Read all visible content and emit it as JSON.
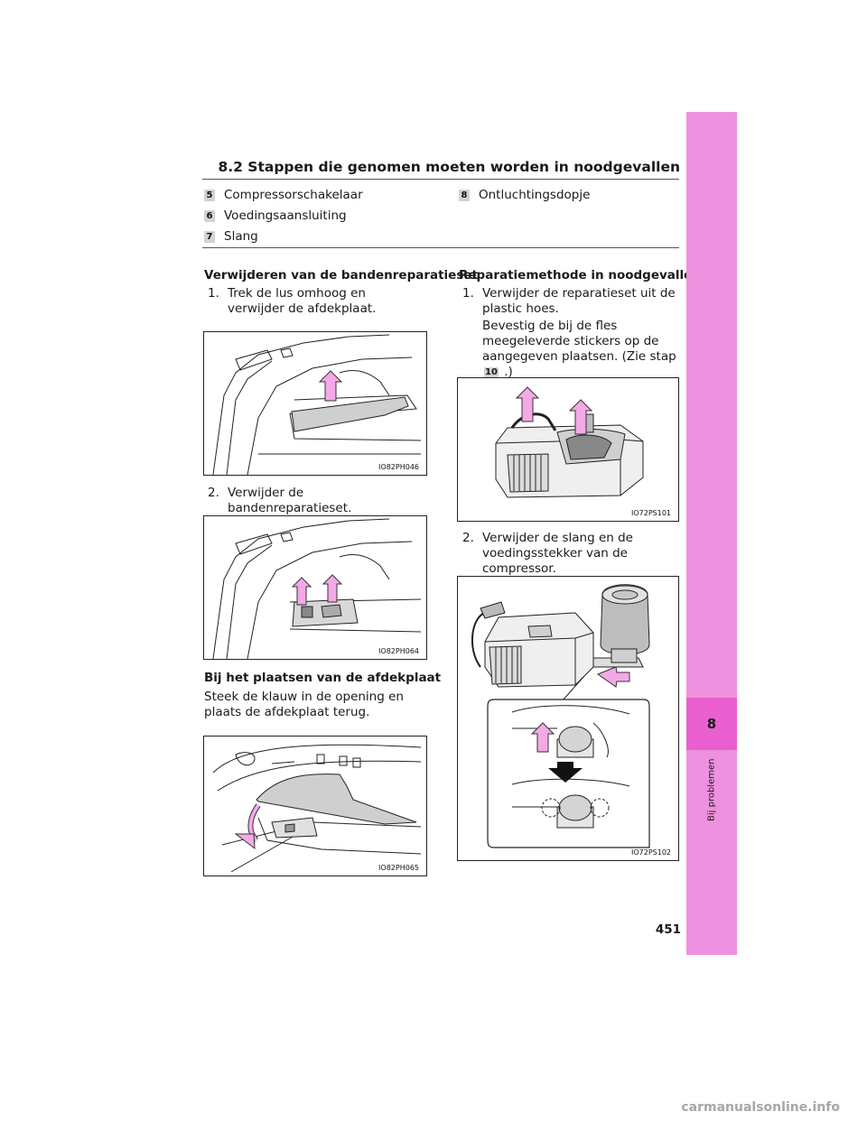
{
  "header": {
    "title": "8.2 Stappen die genomen moeten worden in noodgevallen"
  },
  "legend": {
    "col1": [
      {
        "num": "5",
        "label": "Compressorschakelaar"
      },
      {
        "num": "6",
        "label": "Voedingsaansluiting"
      },
      {
        "num": "7",
        "label": "Slang"
      }
    ],
    "col2": [
      {
        "num": "8",
        "label": "Ontluchtingsdopje"
      }
    ]
  },
  "left": {
    "heading1": "Verwijderen van de bandenreparatieset",
    "step1": {
      "num": "1.",
      "text": "Trek de lus omhoog en verwijder de afdekplaat."
    },
    "fig1": "IO82PH046",
    "step2": {
      "num": "2.",
      "text": "Verwijder de bandenreparatieset."
    },
    "fig2": "IO82PH064",
    "heading2": "Bij het plaatsen van de afdekplaat",
    "para": "Steek de klauw in de opening en plaats de afdekplaat terug.",
    "fig3": "IO82PH065"
  },
  "right": {
    "heading": "Reparatiemethode in noodgevallen",
    "step1": {
      "num": "1.",
      "text": "Verwijder de reparatieset uit de plastic hoes.",
      "note_before": "Bevestig de bij de fles meegeleverde stickers op de aangegeven plaatsen. (Zie stap",
      "note_ref": "10",
      "note_after": ".)"
    },
    "fig1": "IO72PS101",
    "step2": {
      "num": "2.",
      "text": "Verwijder de slang en de voedingsstekker van de compressor."
    },
    "fig2": "IO72PS102"
  },
  "sidebar": {
    "chapter": "8",
    "label": "Bij problemen",
    "accent": "#ee91de",
    "active": "#ea5fcf"
  },
  "page": {
    "number": "451"
  },
  "watermark": "carmanualsonline.info"
}
